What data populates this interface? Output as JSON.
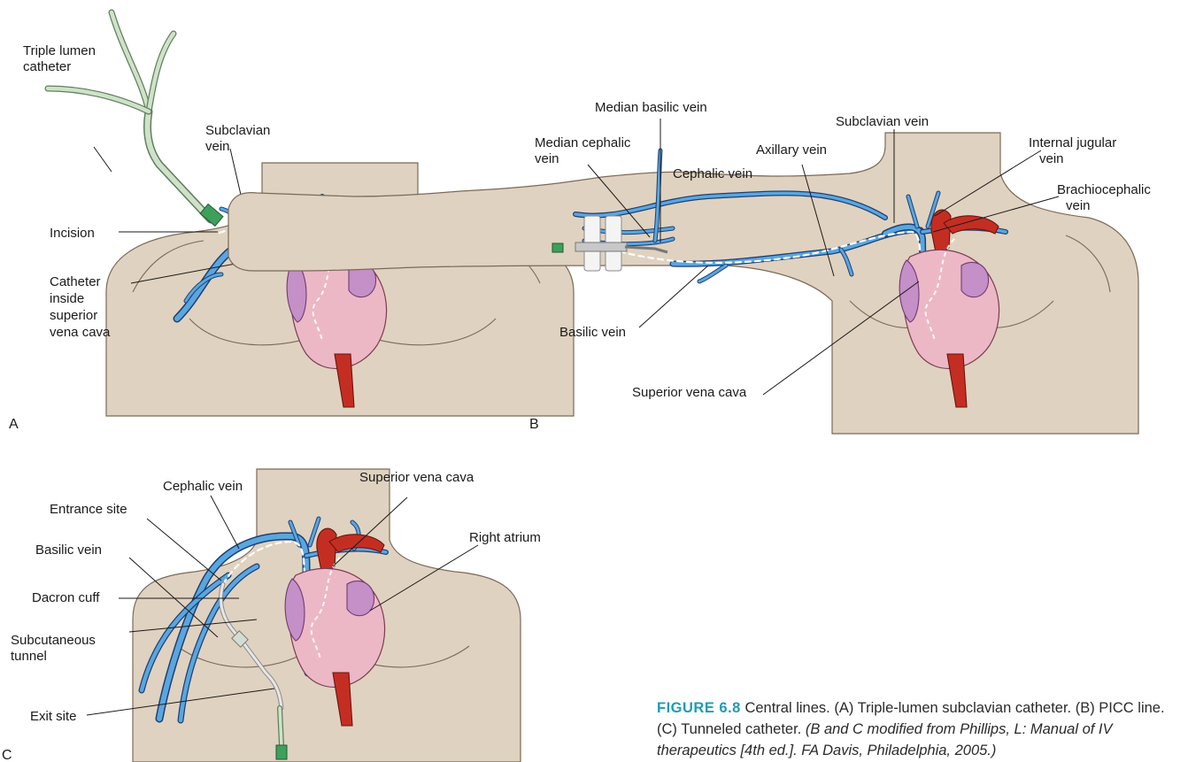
{
  "panel_a": {
    "letter": "A",
    "labels": {
      "triple_lumen": [
        "Triple lumen",
        "catheter"
      ],
      "subclavian": [
        "Subclavian",
        "vein"
      ],
      "incision": "Incision",
      "catheter_svc": [
        "Catheter",
        "inside",
        "superior",
        "vena cava"
      ]
    }
  },
  "panel_b": {
    "letter": "B",
    "labels": {
      "median_basilic": "Median basilic vein",
      "median_cephalic": [
        "Median cephalic",
        "vein"
      ],
      "cephalic": "Cephalic vein",
      "axillary": "Axillary vein",
      "subclavian": "Subclavian vein",
      "internal_jugular": [
        "Internal jugular",
        "vein"
      ],
      "brachiocephalic": [
        "Brachiocephalic",
        "vein"
      ],
      "basilic": "Basilic vein",
      "svc": "Superior vena cava"
    }
  },
  "panel_c": {
    "letter": "C",
    "labels": {
      "cephalic": "Cephalic vein",
      "svc": "Superior vena cava",
      "entrance": "Entrance site",
      "right_atrium": "Right atrium",
      "basilic": "Basilic vein",
      "dacron": "Dacron cuff",
      "tunnel": [
        "Subcutaneous",
        "tunnel"
      ],
      "exit": "Exit site"
    }
  },
  "caption": {
    "figure_label": "FIGURE 6.8",
    "text": "Central lines. (A) Triple-lumen subclavian catheter. (B) PICC line. (C) Tunneled catheter.",
    "source": "(B and C modified from Phillips, L: Manual of IV therapeutics [4th ed.]. FA Davis, Philadelphia, 2005.)"
  },
  "colors": {
    "skin": "#e0d2c0",
    "vein": "#5aa6df",
    "artery": "#c42e22",
    "heart": "#ecb8c6",
    "catheter_tube": "#9fbf9a",
    "figure_label": "#1f9bb5"
  }
}
